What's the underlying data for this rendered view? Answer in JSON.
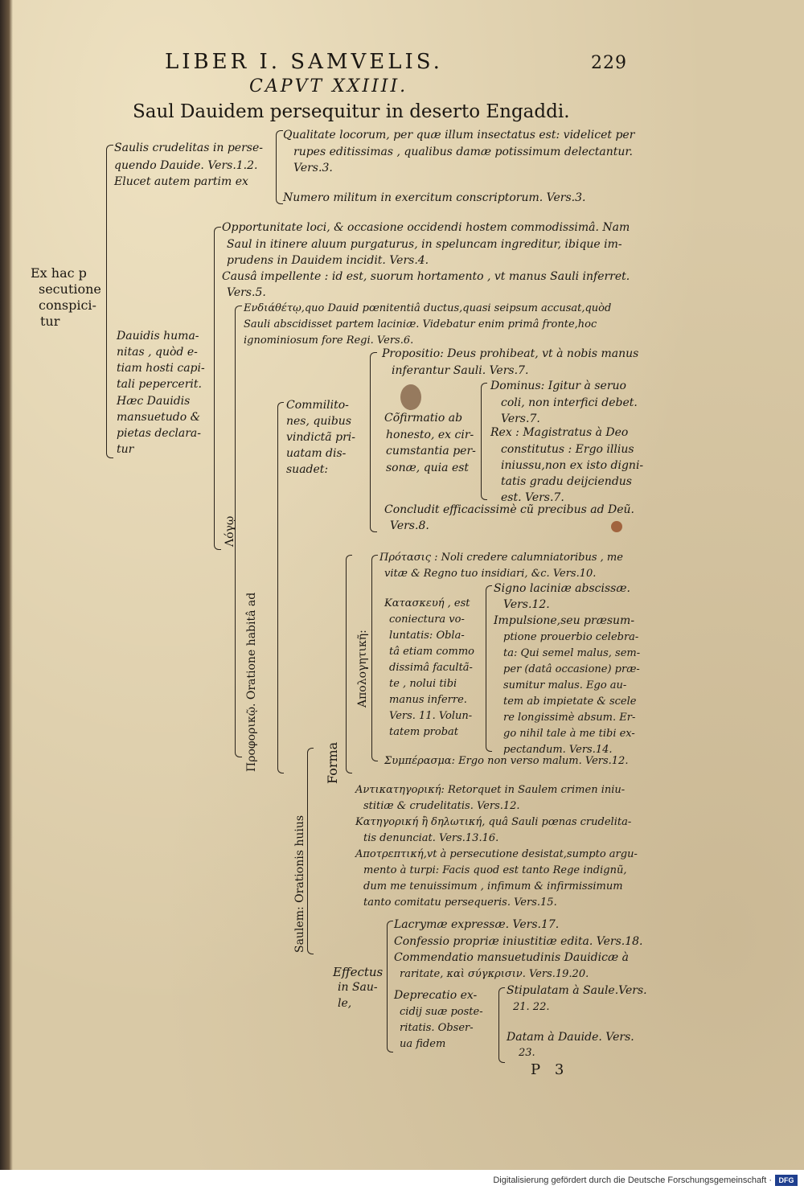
{
  "header": {
    "running_title": "LIBER I. SAMVELIS.",
    "page_number": "229",
    "chapter": "CAPVT XXIIII.",
    "title": "Saul Dauidem persequitur in deserto Engaddi."
  },
  "left_label": [
    "Ex hac p",
    "secutione",
    "conspici-",
    "tur"
  ],
  "saul": {
    "lines": [
      "Saulis crudelitas in perse-",
      "quendo Dauide. Vers.1.2.",
      "Elucet autem partim ex"
    ],
    "qualitate": [
      "Qualitate locorum, per quæ illum insectatus est: videlicet per",
      "rupes editissimas , qualibus damæ potissimum delectantur.",
      "Vers.3."
    ],
    "numero": "Numero militum in exercitum conscriptorum. Vers.3."
  },
  "dauid": {
    "lines": [
      "Dauidis huma-",
      "nitas , quòd e-",
      "tiam hosti capi-",
      "tali pepercerit.",
      "Hæc Dauidis",
      "mansuetudo &",
      "pietas declara-",
      "tur"
    ],
    "opportunitate": [
      "Opportunitate loci, & occasione occidendi hostem commodissimâ. Nam",
      "Saul in itinere aluum purgaturus, in speluncam ingreditur, ibique im-",
      "prudens in Dauidem incidit. Vers.4."
    ],
    "causa": [
      "Causâ impellente : id est, suorum hortamento , vt manus Sauli inferret.",
      "Vers.5."
    ],
    "endiathetos": [
      "Ενδιάθέτῳ,quo Dauid pœnitentiâ ductus,quasi seipsum accusat,quòd",
      "Sauli abscidisset partem laciniæ. Videbatur enim primâ fronte,hoc",
      "ignominiosum fore Regi. Vers.6."
    ],
    "logo_label": "Λόγῳ",
    "prophoriko_label": "Προφορικῷ. Oratione habitâ ad",
    "commilitones": [
      "Commilito-",
      "nes, quibus",
      "vindictã pri-",
      "uatam dis-",
      "suadet:"
    ],
    "propositio": [
      "Propositio: Deus prohibeat, vt à nobis manus",
      "inferantur Sauli. Vers.7."
    ],
    "confirmatio": [
      "Cõfirmatio ab",
      "honesto, ex cir-",
      "cumstantia per-",
      "sonæ, quia est"
    ],
    "dominus": [
      "Dominus: Igitur à seruo",
      "coli, non interfici debet.",
      "Vers.7."
    ],
    "rex": [
      "Rex : Magistratus à Deo",
      "constitutus : Ergo illius",
      "iniussu,non ex isto digni-",
      "tatis gradu deijciendus",
      "est. Vers.7."
    ],
    "concludit": [
      "Concludit efficacissimè cũ precibus ad Deũ.",
      "Vers.8."
    ]
  },
  "saulem": {
    "label": "Saulem: Orationis huius",
    "forma_label": "Forma",
    "apologetice_label": "Απολογητικῆ:",
    "protasis": [
      "Πρότασις : Noli credere calumniatoribus , me",
      "vitæ & Regno tuo insidiari, &c. Vers.10."
    ],
    "kataskeue": [
      "Κατασκευή , est",
      "coniectura vo-",
      "luntatis: Obla-",
      "tâ etiam commo",
      "dissimâ facultã-",
      "te , nolui tibi",
      "manus inferre.",
      "Vers. 11. Volun-",
      "tatem probat"
    ],
    "signo": [
      "Signo laciniæ abscissæ.",
      "Vers.12."
    ],
    "impulsione": [
      "Impulsione,seu præsum-",
      "ptione prouerbio celebra-",
      "ta: Qui semel malus, sem-",
      "per (datâ occasione) præ-",
      "sumitur malus. Ego au-",
      "tem ab impietate & scele",
      "re longissimè absum. Er-",
      "go nihil tale à me tibi ex-",
      "pectandum. Vers.14."
    ],
    "symperasma": "Συμπέρασμα: Ergo non verso malum. Vers.12.",
    "antikategorike": [
      "Αντικατηγορική: Retorquet in Saulem crimen iniu-",
      "stitiæ & crudelitatis. Vers.12."
    ],
    "kataphatike": [
      "Κατηγορική ἢ δηλωτική, quâ Sauli pœnas crudelita-",
      "tis denunciat. Vers.13.16."
    ],
    "apotreptike": [
      "Αποτρεπτική,vt à persecutione desistat,sumpto argu-",
      "mento à turpi: Facis quod est tanto Rege indignũ,",
      "dum me tenuissimum , infimum & infirmissimum",
      "tanto comitatu persequeris. Vers.15."
    ],
    "effectus_label": [
      "Effectus",
      "in Sau-",
      "le,"
    ],
    "lacrymae": "Lacrymæ expressæ. Vers.17.",
    "confessio": "Confessio propriæ iniustitiæ edita. Vers.18.",
    "commendatio": [
      "Commendatio mansuetudinis Dauidicæ à",
      "raritate, καὶ σύγκρισιν. Vers.19.20."
    ],
    "deprecatio": [
      "Deprecatio ex-",
      "cidij suæ poste-",
      "ritatis. Obser-",
      "ua fidem"
    ],
    "stipulatam": [
      "Stipulatam à Saule.Vers.",
      "21. 22."
    ],
    "datam": [
      "Datam à Dauide. Vers.",
      "23."
    ]
  },
  "signature": "P 3",
  "footer": {
    "credit": "Digitalisierung gefördert durch die Deutsche Forschungsgemeinschaft ·",
    "logo": "DFG"
  }
}
